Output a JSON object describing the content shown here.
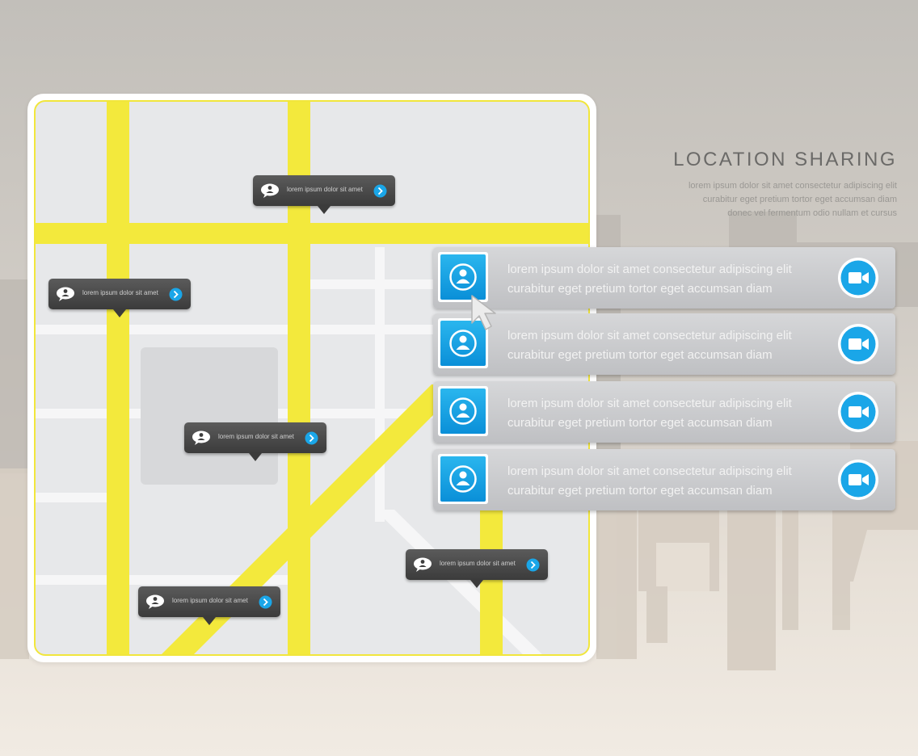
{
  "header": {
    "title": "LOCATION SHARING",
    "subtitle_lines": [
      "lorem ipsum dolor sit amet consectetur adipiscing elit",
      "curabitur eget pretium tortor eget accumsan diam",
      "donec vel fermentum odio nullam et cursus"
    ]
  },
  "pins": [
    {
      "text": "lorem ipsum dolor sit amet",
      "icon": "chat-person-icon",
      "action_icon": "chevron-right-icon"
    },
    {
      "text": "lorem ipsum dolor sit amet",
      "icon": "chat-person-icon",
      "action_icon": "chevron-right-icon"
    },
    {
      "text": "lorem ipsum dolor sit amet",
      "icon": "chat-person-icon",
      "action_icon": "chevron-right-icon"
    },
    {
      "text": "lorem ipsum dolor sit amet",
      "icon": "chat-person-icon",
      "action_icon": "chevron-right-icon"
    },
    {
      "text": "lorem ipsum dolor sit amet",
      "icon": "chat-person-icon",
      "action_icon": "chevron-right-icon"
    }
  ],
  "contacts": [
    {
      "line1": "lorem ipsum dolor sit amet consectetur adipiscing elit",
      "line2": "curabitur eget pretium tortor eget accumsan diam"
    },
    {
      "line1": "lorem ipsum dolor sit amet consectetur adipiscing elit",
      "line2": "curabitur eget pretium tortor eget accumsan diam"
    },
    {
      "line1": "lorem ipsum dolor sit amet consectetur adipiscing elit",
      "line2": "curabitur eget pretium tortor eget accumsan diam"
    },
    {
      "line1": "lorem ipsum dolor sit amet consectetur adipiscing elit",
      "line2": "curabitur eget pretium tortor eget accumsan diam"
    }
  ],
  "colors": {
    "road": "#f3e93c",
    "accent": "#1aa6e8",
    "pin_bg": "#404040",
    "card_bg": "#c8c9cc"
  }
}
